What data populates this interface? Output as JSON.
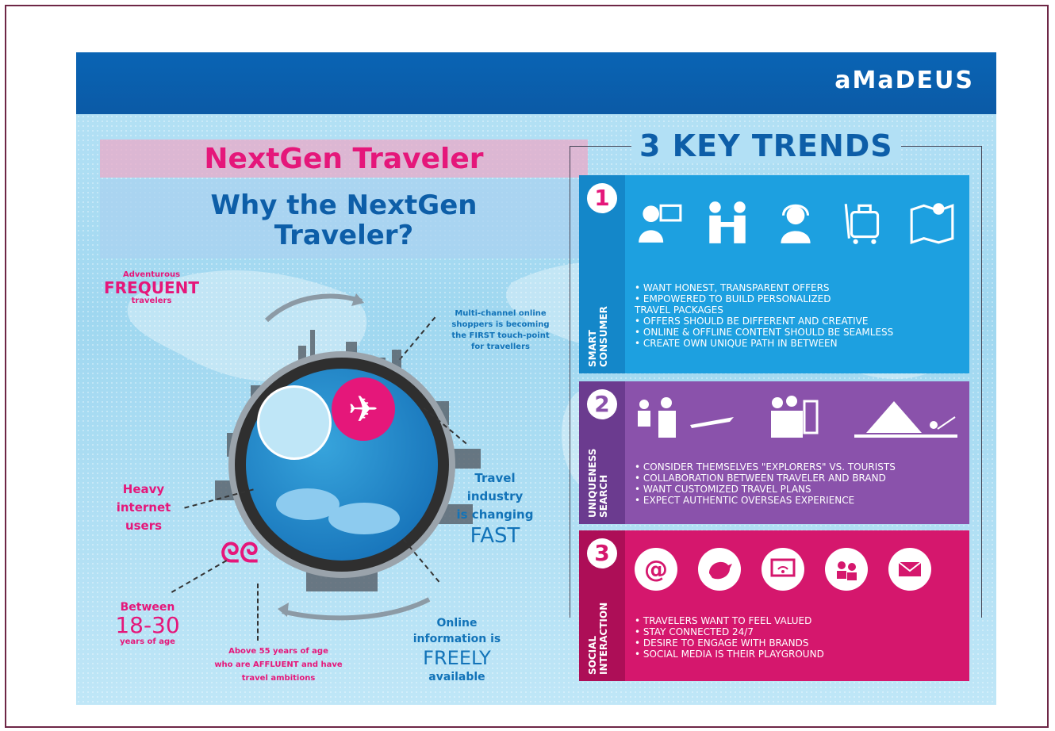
{
  "brand": "aMaDEUS",
  "left": {
    "title": "NextGen Traveler",
    "subtitle_line1": "Why the NextGen",
    "subtitle_line2": "Traveler?",
    "frequent_small": "Adventurous",
    "frequent_big": "FREQUENT",
    "frequent_tail": "travelers",
    "multichannel": [
      "Multi-channel online",
      "shoppers is becoming",
      "the FIRST touch-point",
      "for travellers"
    ],
    "travel_industry": [
      "Travel",
      "industry",
      "is changing"
    ],
    "travel_fast": "FAST",
    "heavy": [
      "Heavy",
      "internet",
      "users"
    ],
    "between": "Between",
    "age_range": "18-30",
    "years": "years of age",
    "above55": [
      "Above 55 years of age",
      "who are AFFLUENT and have",
      "travel ambitions"
    ],
    "online_info": [
      "Online",
      "information is"
    ],
    "freely": "FREELY",
    "available": "available"
  },
  "trends": {
    "title": "3 KEY TRENDS",
    "cards": [
      {
        "number": "1",
        "label": "SMART\nCONSUMER",
        "bullets": [
          "• WANT HONEST, TRANSPARENT OFFERS",
          "• EMPOWERED TO BUILD PERSONALIZED",
          "   TRAVEL PACKAGES",
          "• OFFERS SHOULD BE DIFFERENT AND CREATIVE",
          "• ONLINE & OFFLINE CONTENT SHOULD BE SEAMLESS",
          "• CREATE OWN UNIQUE PATH IN BETWEEN"
        ],
        "color": "#1da0e0"
      },
      {
        "number": "2",
        "label": "UNIQUENESS\nSEARCH",
        "bullets": [
          "• CONSIDER THEMSELVES \"EXPLORERS\" VS. TOURISTS",
          "• COLLABORATION BETWEEN TRAVELER AND BRAND",
          "• WANT CUSTOMIZED TRAVEL PLANS",
          "• EXPECT AUTHENTIC OVERSEAS EXPERIENCE"
        ],
        "color": "#8a52ab"
      },
      {
        "number": "3",
        "label": "SOCIAL\nINTERACTION",
        "bullets": [
          "• TRAVELERS WANT TO FEEL VALUED",
          "• STAY CONNECTED 24/7",
          "• DESIRE TO ENGAGE WITH BRANDS",
          "• SOCIAL MEDIA IS THEIR PLAYGROUND"
        ],
        "color": "#d5176d",
        "icon_glyphs": [
          "@"
        ]
      }
    ]
  },
  "colors": {
    "accent_pink": "#e5177a",
    "accent_blue": "#0d5ea8",
    "bar": "#0a64b4"
  }
}
